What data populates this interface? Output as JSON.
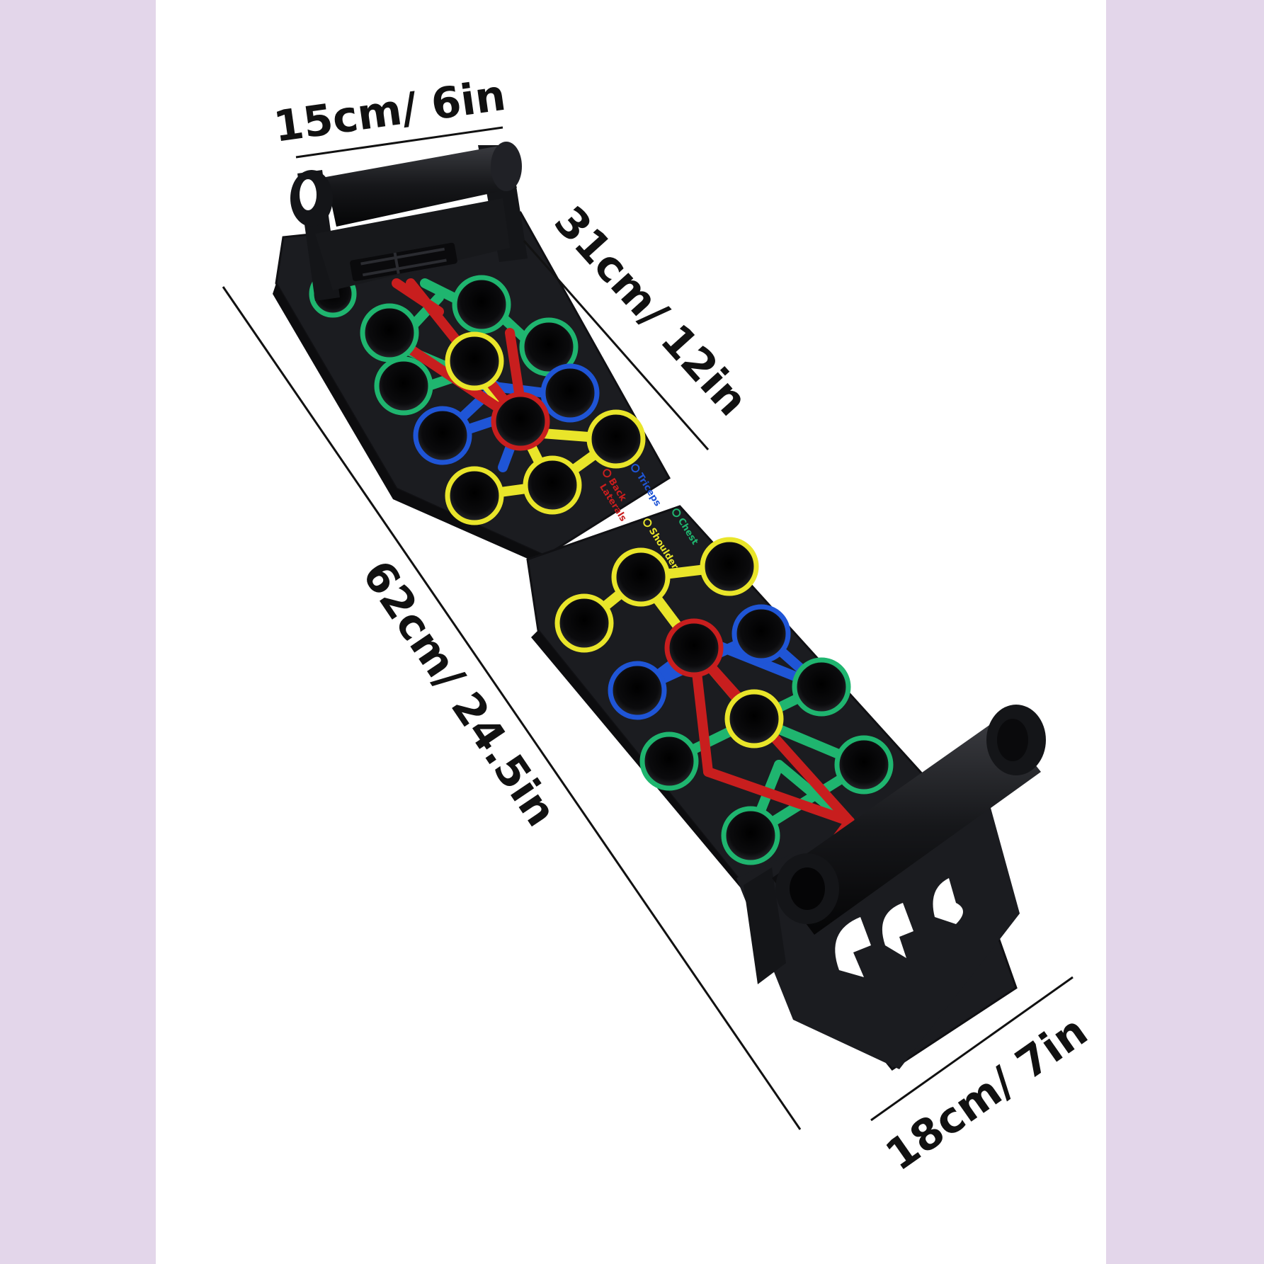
{
  "dimensions": {
    "top_width": "15cm/ 6in",
    "board_half_length": "31cm/ 12in",
    "total_length": "62cm/ 24.5in",
    "bottom_width": "18cm/ 7in"
  },
  "legend": {
    "triceps": "Triceps",
    "back": "Back",
    "laterals": "Laterals",
    "chest": "Chest",
    "shoulder": "Shoulder"
  },
  "colors": {
    "background_side": "#e3d6ea",
    "background_center": "#ffffff",
    "board": "#1b1c20",
    "green": "#1fb56f",
    "yellow": "#e9e52a",
    "blue": "#1f55d6",
    "red": "#c81e1e"
  }
}
